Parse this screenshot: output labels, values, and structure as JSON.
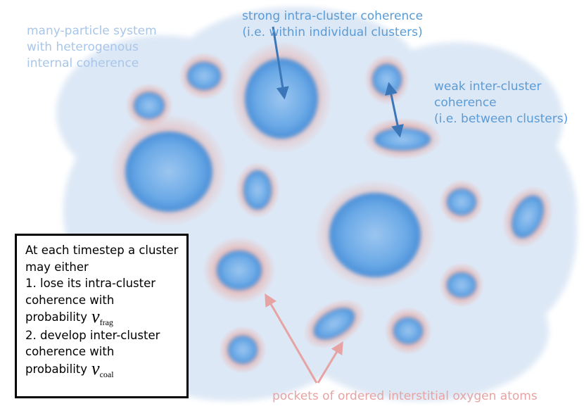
{
  "labels": {
    "system": [
      "many-particle system",
      "with heterogenous",
      "internal coherence"
    ],
    "intra": [
      "strong intra-cluster coherence",
      "(i.e. within individual clusters)"
    ],
    "inter": [
      "weak inter-cluster",
      "coherence",
      "(i.e. between clusters)"
    ],
    "pockets": "pockets of ordered interstitial oxygen atoms"
  },
  "rules_box": {
    "lines": [
      "At each timestep a cluster",
      "may either",
      "1. lose its intra-cluster",
      "coherence with"
    ],
    "prob1_text": "probability",
    "prob1_symbol": "ν",
    "prob1_sub": "frag",
    "lines2": [
      "2. develop inter-cluster",
      "coherence with"
    ],
    "prob2_text": "probability",
    "prob2_symbol": "ν",
    "prob2_sub": "coal"
  },
  "colors": {
    "cloud": "#dde8f6",
    "cluster_core": "#4a90d9",
    "cluster_halo": "#e8b4b0",
    "arrow_blue": "#3a76b8",
    "arrow_pink": "#e7a3a3"
  }
}
